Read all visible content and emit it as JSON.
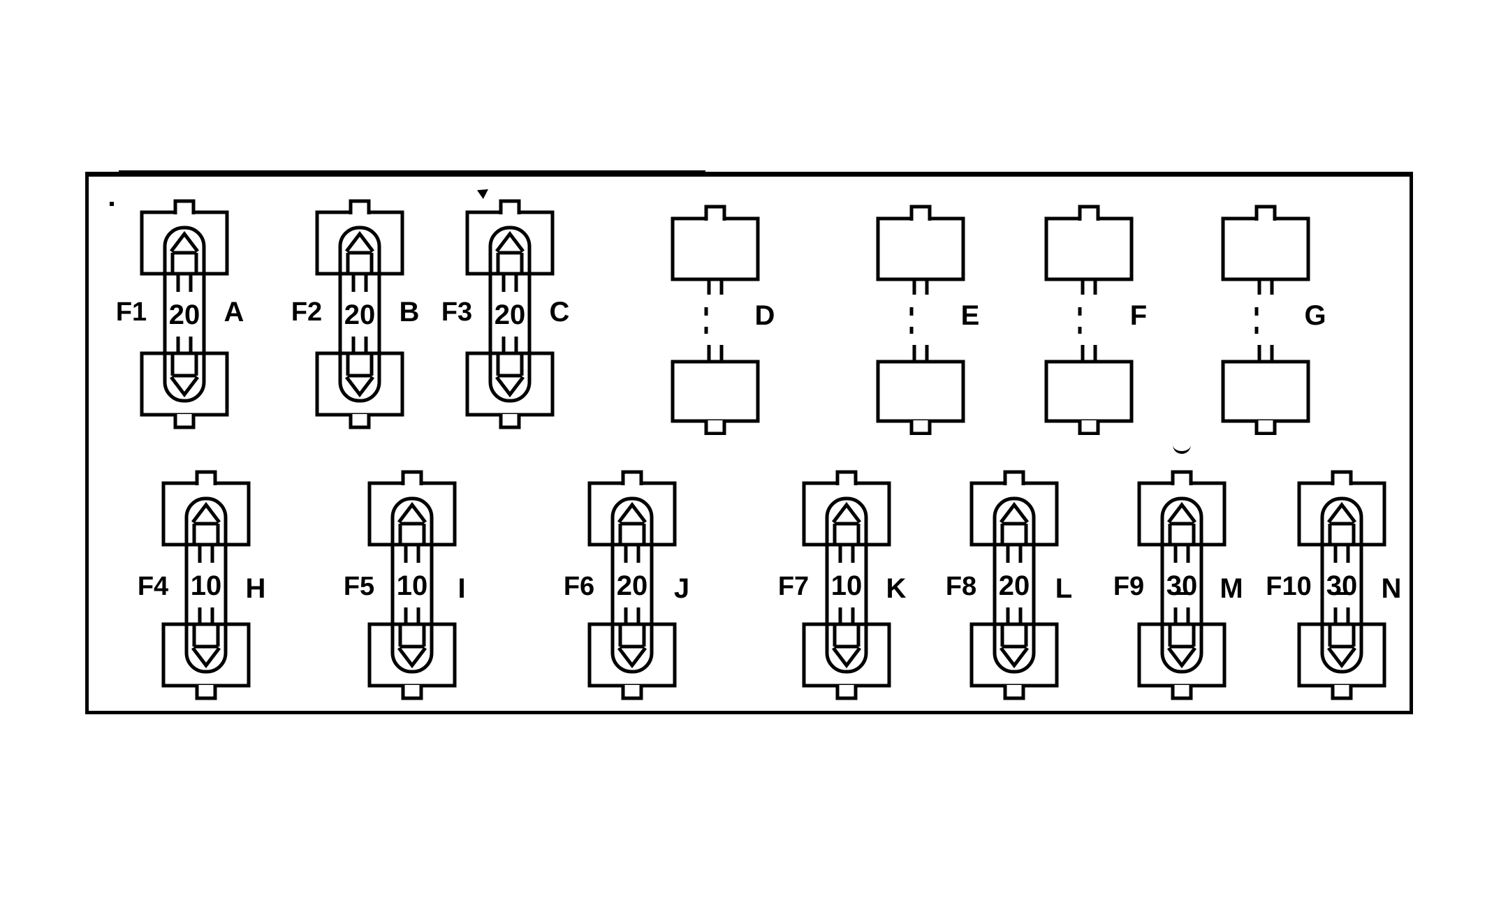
{
  "figure": {
    "colors": {
      "ink": "#000000",
      "background": "#ffffff"
    }
  },
  "panel": {
    "top_row": [
      {
        "ref": "F1",
        "amp": "20",
        "letter": "A",
        "state": "fuse-installed"
      },
      {
        "ref": "F2",
        "amp": "20",
        "letter": "B",
        "state": "fuse-installed"
      },
      {
        "ref": "F3",
        "amp": "20",
        "letter": "C",
        "state": "fuse-installed"
      },
      {
        "letter": "D",
        "state": "empty-slot"
      },
      {
        "letter": "E",
        "state": "empty-slot"
      },
      {
        "letter": "F",
        "state": "empty-slot"
      },
      {
        "letter": "G",
        "state": "empty-slot"
      }
    ],
    "bottom_row": [
      {
        "ref": "F4",
        "amp": "10",
        "letter": "H",
        "state": "fuse-installed"
      },
      {
        "ref": "F5",
        "amp": "10",
        "letter": "I",
        "state": "fuse-installed"
      },
      {
        "ref": "F6",
        "amp": "20",
        "letter": "J",
        "state": "fuse-installed"
      },
      {
        "ref": "F7",
        "amp": "10",
        "letter": "K",
        "state": "fuse-installed"
      },
      {
        "ref": "F8",
        "amp": "20",
        "letter": "L",
        "state": "fuse-installed"
      },
      {
        "ref": "F9",
        "amp": "30",
        "letter": "M",
        "state": "fuse-installed"
      },
      {
        "ref": "F10",
        "amp": "30",
        "letter": "N",
        "state": "fuse-installed"
      }
    ]
  }
}
